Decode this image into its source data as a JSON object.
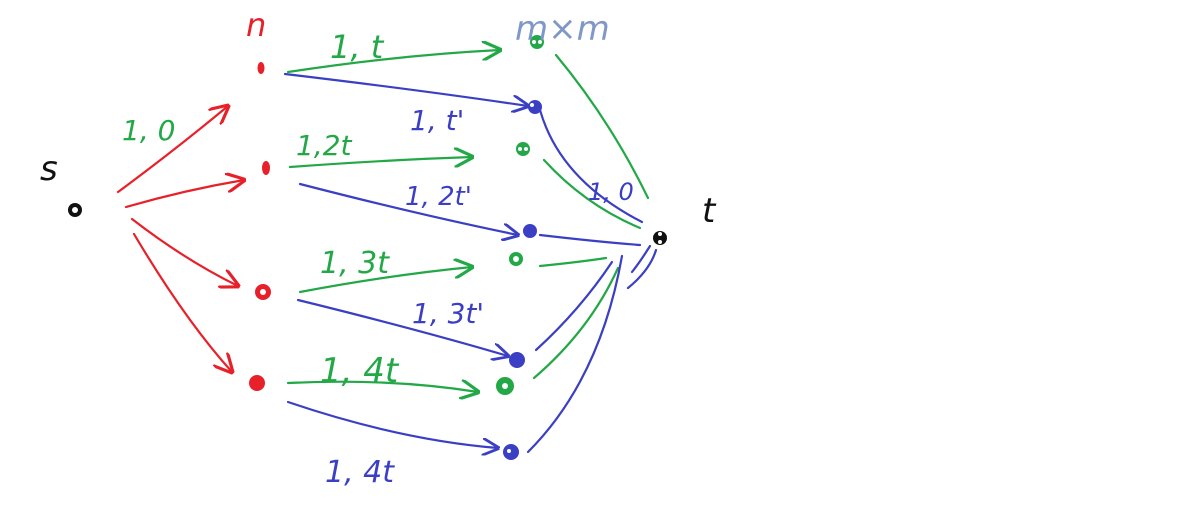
{
  "colors": {
    "red": "#e8202a",
    "green": "#22a846",
    "blue": "#3a3fc4",
    "black": "#111111",
    "slate": "#7f97c9"
  },
  "labels": {
    "source": "s",
    "sink": "t",
    "first_layer": "n",
    "second_layer": "m×m",
    "source_edge": "1, 0",
    "green_1": "1, t",
    "blue_1": "1, t'",
    "green_2": "1,2t",
    "blue_2": "1, 2t'",
    "green_3": "1, 3t",
    "blue_3": "1, 3t'",
    "green_4": "1, 4t",
    "blue_4": "1, 4t",
    "sink_edge": "1, 0"
  }
}
